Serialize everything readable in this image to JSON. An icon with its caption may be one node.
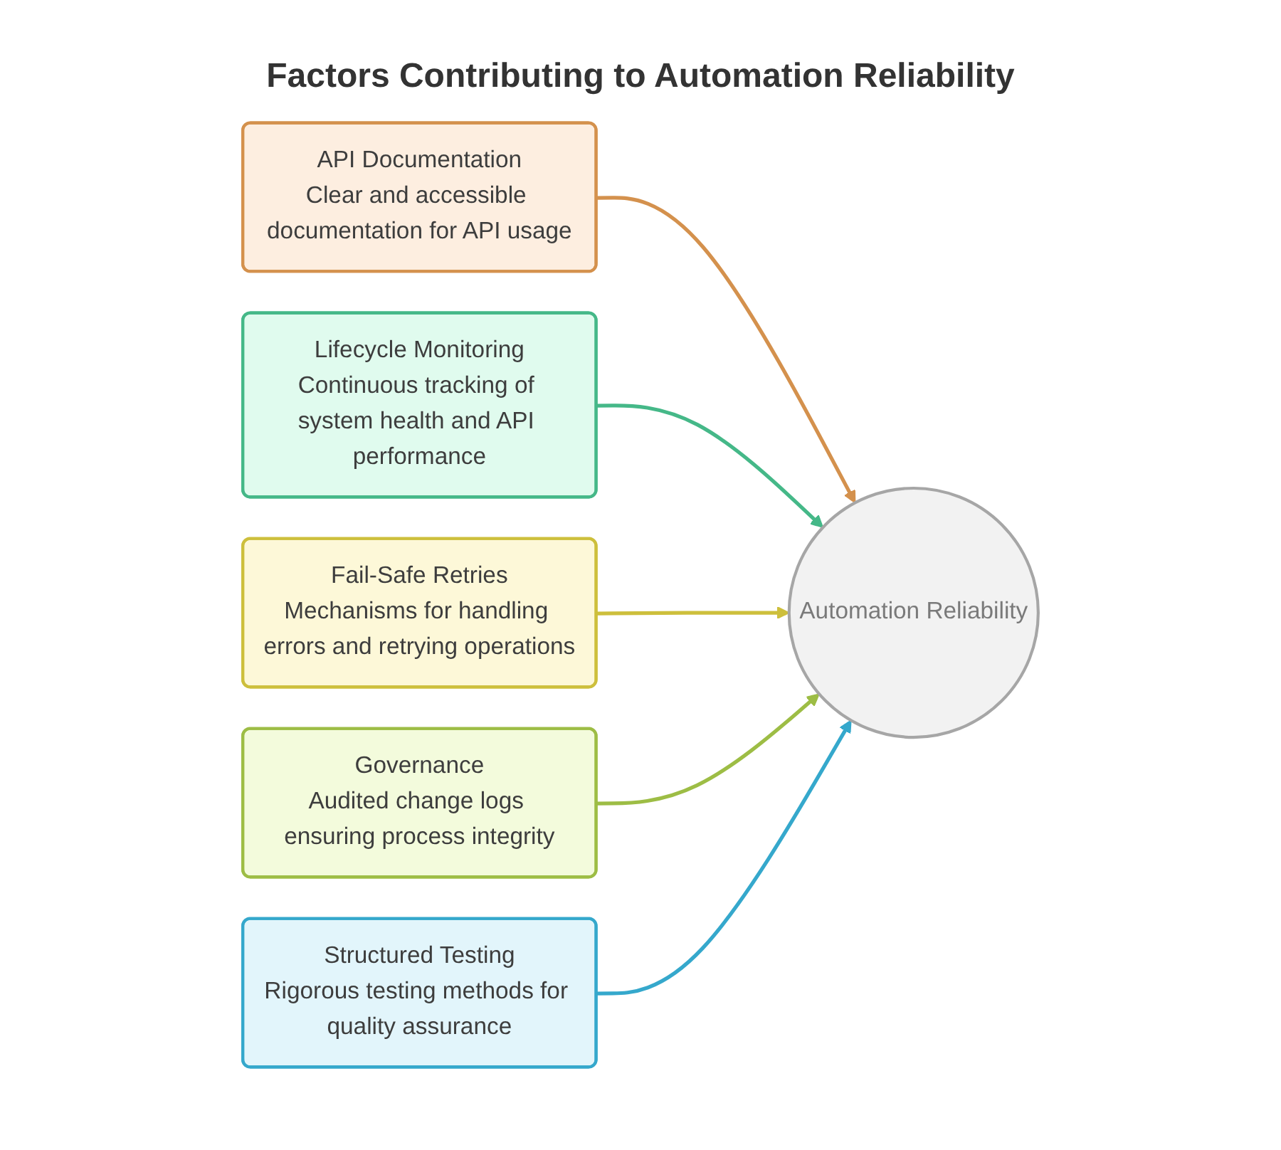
{
  "diagram": {
    "title": "Factors Contributing to Automation Reliability",
    "nodes": [
      {
        "text": [
          "API Documentation",
          "Clear and accessible documentation for API usage"
        ]
      },
      {
        "text": [
          "Lifecycle Monitoring",
          "Continuous tracking of system health and API performance"
        ]
      },
      {
        "text": [
          "Automation Reliability"
        ]
      },
      {
        "text": [
          "Fail-Safe Retries",
          "Mechanisms for handling errors and retrying operations"
        ]
      },
      {
        "text": [
          "Governance",
          "Audited change logs ensuring process integrity"
        ]
      },
      {
        "text": [
          "Structured Testing",
          "Rigorous testing methods for quality assurance"
        ]
      }
    ],
    "edges": [
      {
        "from": 0,
        "to": 2,
        "arrow": "to",
        "color": "#d4914d"
      },
      {
        "from": 1,
        "to": 2,
        "arrow": "to",
        "color": "#45b888"
      },
      {
        "from": 3,
        "to": 2,
        "arrow": "to",
        "color": "#cdbf3c"
      },
      {
        "from": 4,
        "to": 2,
        "arrow": "to",
        "color": "#9dbd45"
      },
      {
        "from": 5,
        "to": 2,
        "arrow": "to",
        "color": "#35a8cc"
      }
    ]
  }
}
